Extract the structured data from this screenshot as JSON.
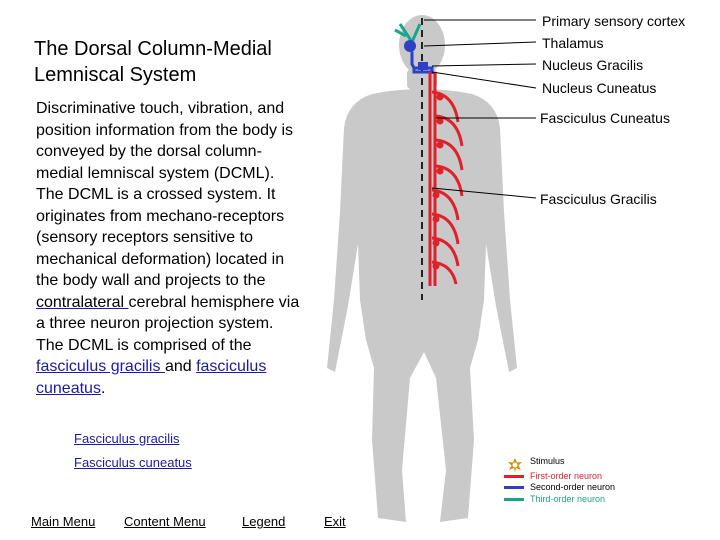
{
  "title": "The Dorsal Column-Medial Lemniscal System",
  "body": {
    "part1": "Discriminative touch, vibration, and position information from the body is conveyed by the dorsal column-medial lemniscal system (DCML). The DCML is a crossed system. It originates from mechano-receptors (sensory receptors sensitive to mechanical deformation) located in the body wall and projects to the ",
    "link_contralateral": "contralateral ",
    "part2": "cerebral hemisphere via a three neuron projection system.  The DCML is comprised of the ",
    "link_gracilis": "fasciculus gracilis ",
    "part3": "and ",
    "link_cuneatus": "fasciculus cuneatus",
    "part4": "."
  },
  "sub_links": {
    "gracilis": "Fasciculus gracilis",
    "cuneatus": "Fasciculus cuneatus"
  },
  "nav": {
    "main_menu": "Main Menu",
    "content_menu": "Content Menu",
    "legend": "Legend",
    "exit": "Exit"
  },
  "diagram_labels": {
    "primary_cortex": "Primary sensory cortex",
    "thalamus": "Thalamus",
    "nucleus_gracilis": "Nucleus Gracilis",
    "nucleus_cuneatus": "Nucleus Cuneatus",
    "fasciculus_cuneatus": "Fasciculus Cuneatus",
    "fasciculus_gracilis": "Fasciculus Gracilis"
  },
  "legend": {
    "stimulus": "Stimulus",
    "first_order": "First-order neuron",
    "second_order": "Second-order neuron",
    "third_order": "Third-order neuron"
  },
  "colors": {
    "first_order": "#e0202a",
    "second_order": "#2e3fc8",
    "third_order": "#1aa58a",
    "body": "#c9c9c9",
    "stimulus": "#e08a00",
    "link": "#1a1aa6"
  }
}
